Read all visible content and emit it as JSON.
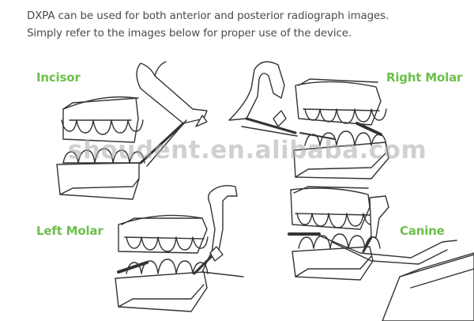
{
  "intro": {
    "line1": "DXPA can be used for both anterior and posterior radiograph images.",
    "line2": "Simply refer to the images below for proper use of the device."
  },
  "panels": {
    "incisor": "Incisor",
    "right_molar": "Right Molar",
    "left_molar": "Left Molar",
    "canine": "Canine"
  },
  "watermark": "shoudent.en.alibaba.com",
  "colors": {
    "label_accent": "#6cc04a",
    "text": "#4a4a4a",
    "line": "#333333",
    "watermark": "#aaaaaa"
  }
}
